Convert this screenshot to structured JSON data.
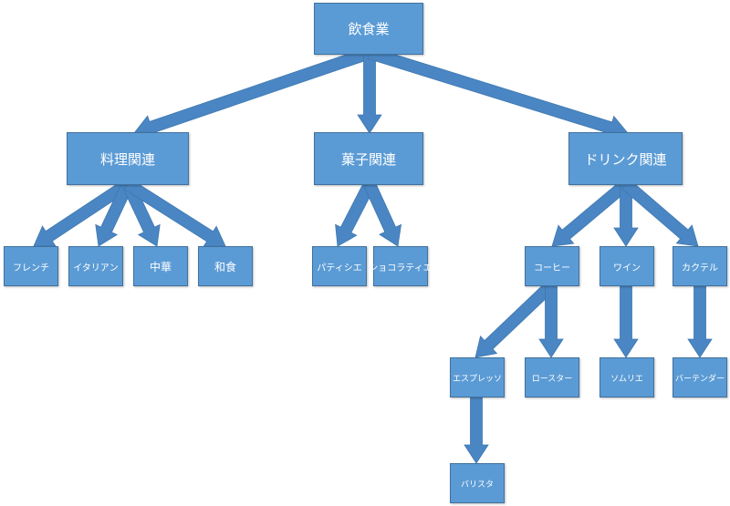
{
  "colors": {
    "node_fill": "#5b9bd5",
    "node_border": "#41719c",
    "arrow": "#4a86c3",
    "text": "#ffffff"
  },
  "nodes": {
    "root": "飲食業",
    "cuisine": "料理関連",
    "confectionery": "菓子関連",
    "drink": "ドリンク関連",
    "french": "フレンチ",
    "italian": "イタリアン",
    "chinese": "中華",
    "japanese": "和食",
    "patissier": "パティシエ",
    "chocolatier": "ショコラティエ",
    "coffee": "コーヒー",
    "wine": "ワイン",
    "cocktail": "カクテル",
    "espresso": "エスプレッソ",
    "roaster": "ロースター",
    "sommelier": "ソムリエ",
    "bartender": "バーテンダー",
    "barista": "バリスタ"
  }
}
